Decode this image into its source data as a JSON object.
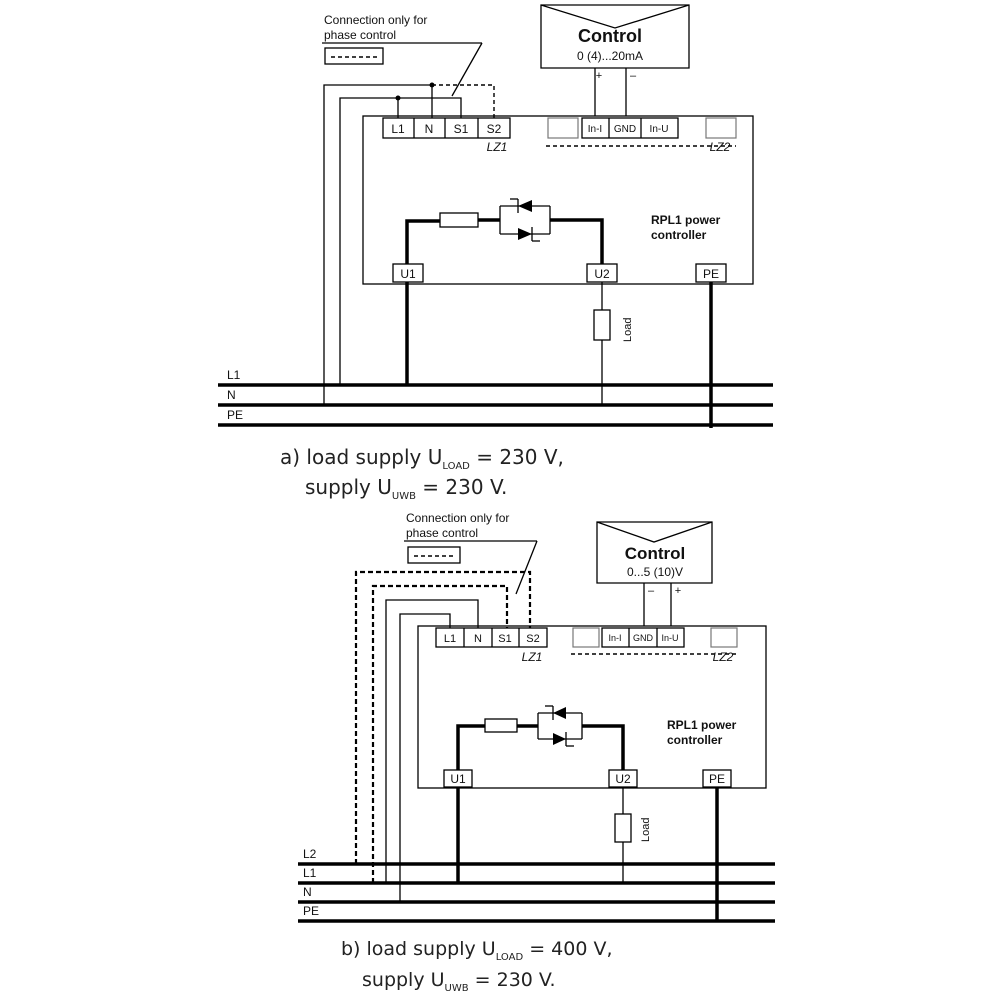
{
  "diagram_a": {
    "note_line1": "Connection only for",
    "note_line2": "phase control",
    "control_title": "Control",
    "control_range": "0 (4)...20mA",
    "polarity_left": "+",
    "polarity_right": "–",
    "terminals_top": [
      "L1",
      "N",
      "S1",
      "S2"
    ],
    "lz1": "LZ1",
    "control_terminals": [
      "In-I",
      "GND",
      "In-U"
    ],
    "lz2": "LZ2",
    "device_line1": "RPL1 power",
    "device_line2": "controller",
    "terminal_u1": "U1",
    "terminal_u2": "U2",
    "terminal_pe": "PE",
    "load_label": "Load",
    "bus_labels": [
      "L1",
      "N",
      "PE"
    ],
    "caption_line1_pre": "a) load supply U",
    "caption_line1_sub": "LOAD",
    "caption_line1_post": " = 230 V,",
    "caption_line2_pre": "supply U",
    "caption_line2_sub": "UWB",
    "caption_line2_post": " = 230 V."
  },
  "diagram_b": {
    "note_line1": "Connection only for",
    "note_line2": "phase control",
    "control_title": "Control",
    "control_range": "0...5 (10)V",
    "polarity_left": "–",
    "polarity_right": "+",
    "terminals_top": [
      "L1",
      "N",
      "S1",
      "S2"
    ],
    "lz1": "LZ1",
    "control_terminals": [
      "In-I",
      "GND",
      "In-U"
    ],
    "lz2": "LZ2",
    "device_line1": "RPL1 power",
    "device_line2": "controller",
    "terminal_u1": "U1",
    "terminal_u2": "U2",
    "terminal_pe": "PE",
    "load_label": "Load",
    "bus_labels": [
      "L2",
      "L1",
      "N",
      "PE"
    ],
    "caption_line1_pre": "b) load supply U",
    "caption_line1_sub": "LOAD",
    "caption_line1_post": " = 400 V,",
    "caption_line2_pre": "supply U",
    "caption_line2_sub": "UWB",
    "caption_line2_post": " = 230 V."
  }
}
